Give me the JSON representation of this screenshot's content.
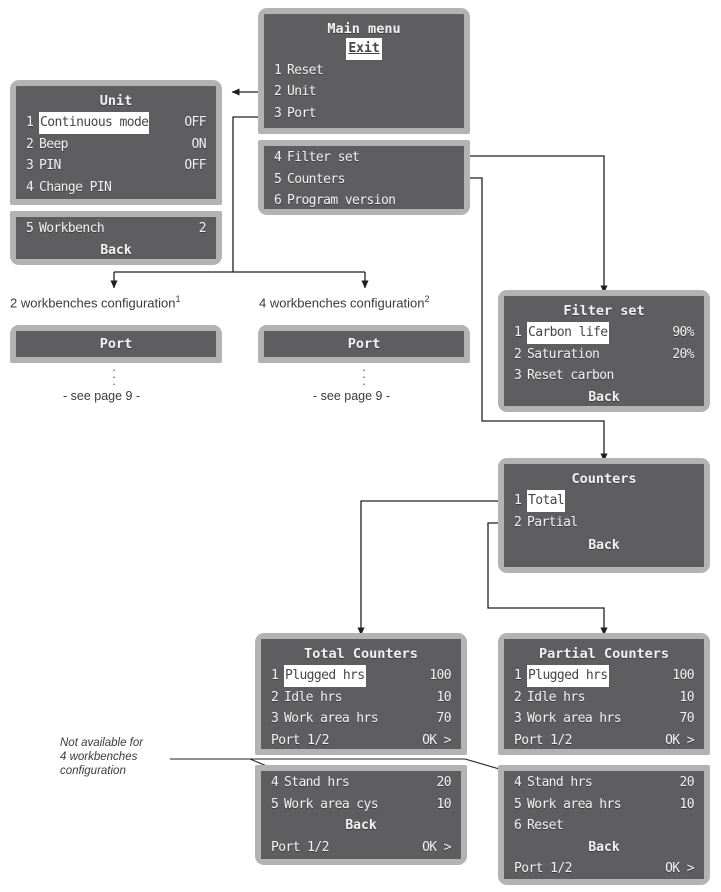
{
  "diagram": {
    "title_hidden": "Menu navigation map",
    "captions": {
      "two_workbenches": "2 workbenches configuration",
      "two_workbenches_sup": "1",
      "four_workbenches": "4 workbenches configuration",
      "four_workbenches_sup": "2",
      "see_page_left": "- see page 9 -",
      "see_page_right": "- see page 9 -",
      "not_available_note": "Not available for\n4 workbenches\nconfiguration",
      "vertical_dots": "⋮"
    },
    "colors": {
      "panel_frame": "#b3b3b3",
      "screen": "#5e5e60",
      "lcd_text": "#f2f2f2",
      "highlight_bg": "#ffffff",
      "highlight_text": "#44464a",
      "wire": "#231f20",
      "page_bg": "#ffffff"
    }
  },
  "screens": {
    "main_menu": {
      "title": "Main menu",
      "exit": "Exit",
      "items": [
        {
          "num": "1",
          "label": "Reset",
          "value": ""
        },
        {
          "num": "2",
          "label": "Unit",
          "value": ""
        },
        {
          "num": "3",
          "label": "Port",
          "value": ""
        }
      ],
      "items_continued": [
        {
          "num": "4",
          "label": "Filter set",
          "value": ""
        },
        {
          "num": "5",
          "label": "Counters",
          "value": ""
        },
        {
          "num": "6",
          "label": "Program version",
          "value": ""
        }
      ]
    },
    "unit": {
      "title": "Unit",
      "items": [
        {
          "num": "1",
          "label": "Continuous mode",
          "value": "OFF",
          "selected": true
        },
        {
          "num": "2",
          "label": "Beep",
          "value": "ON",
          "selected": false
        },
        {
          "num": "3",
          "label": "PIN",
          "value": "OFF",
          "selected": false
        },
        {
          "num": "4",
          "label": "Change PIN",
          "value": "",
          "selected": false
        }
      ],
      "items_continued": [
        {
          "num": "5",
          "label": "Workbench",
          "value": "2",
          "selected": false
        }
      ],
      "back": "Back"
    },
    "port_left": {
      "title": "Port"
    },
    "port_right": {
      "title": "Port"
    },
    "filter_set": {
      "title": "Filter set",
      "items": [
        {
          "num": "1",
          "label": "Carbon life",
          "value": "90%",
          "selected": true
        },
        {
          "num": "2",
          "label": "Saturation",
          "value": "20%",
          "selected": false
        },
        {
          "num": "3",
          "label": "Reset carbon",
          "value": "",
          "selected": false
        }
      ],
      "back": "Back"
    },
    "counters": {
      "title": "Counters",
      "items": [
        {
          "num": "1",
          "label": "Total",
          "value": "",
          "selected": true
        },
        {
          "num": "2",
          "label": "Partial",
          "value": "",
          "selected": false
        }
      ],
      "back": "Back"
    },
    "total_counters": {
      "title": "Total Counters",
      "items": [
        {
          "num": "1",
          "label": "Plugged hrs",
          "value": "100",
          "selected": true
        },
        {
          "num": "2",
          "label": "Idle hrs",
          "value": "10",
          "selected": false
        },
        {
          "num": "3",
          "label": "Work area hrs",
          "value": "70",
          "selected": false
        }
      ],
      "footer_label": "Port 1/2",
      "footer_value": "OK >"
    },
    "total_counters_continued": {
      "items": [
        {
          "num": "4",
          "label": "Stand hrs",
          "value": "20",
          "selected": false
        },
        {
          "num": "5",
          "label": "Work area cys",
          "value": "10",
          "selected": false
        }
      ],
      "back": "Back",
      "footer_label": "Port 1/2",
      "footer_value": "OK >"
    },
    "partial_counters": {
      "title": "Partial Counters",
      "items": [
        {
          "num": "1",
          "label": "Plugged hrs",
          "value": "100",
          "selected": true
        },
        {
          "num": "2",
          "label": "Idle hrs",
          "value": "10",
          "selected": false
        },
        {
          "num": "3",
          "label": "Work area hrs",
          "value": "70",
          "selected": false
        }
      ],
      "footer_label": "Port 1/2",
      "footer_value": "OK >"
    },
    "partial_counters_continued": {
      "items": [
        {
          "num": "4",
          "label": "Stand hrs",
          "value": "20",
          "selected": false
        },
        {
          "num": "5",
          "label": "Work area hrs",
          "value": "10",
          "selected": false
        },
        {
          "num": "6",
          "label": "Reset",
          "value": "",
          "selected": false
        }
      ],
      "back": "Back",
      "footer_label": "Port 1/2",
      "footer_value": "OK >"
    }
  }
}
